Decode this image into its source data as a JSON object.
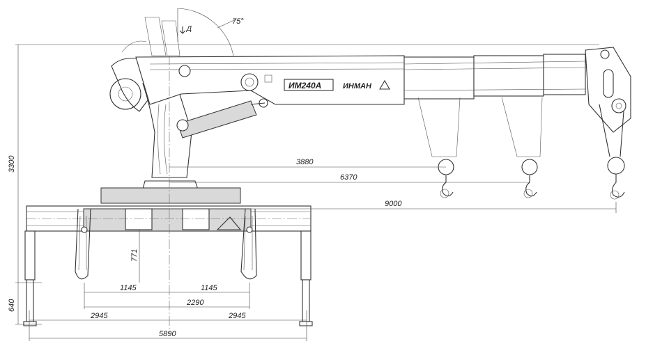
{
  "drawing": {
    "angle_label": "75°",
    "view_marker": "Д",
    "model_label": "ИМ240А",
    "brand_label": "ИНМАН",
    "dimensions": {
      "height_total": "3300",
      "outrigger_height": "640",
      "cylinder_height": "771",
      "reach_1": "3880",
      "reach_2": "6370",
      "reach_3": "9000",
      "half_inner_left": "1145",
      "half_inner_right": "1145",
      "inner_total": "2290",
      "half_outer_left": "2945",
      "half_outer_right": "2945",
      "outer_total": "5890"
    }
  }
}
